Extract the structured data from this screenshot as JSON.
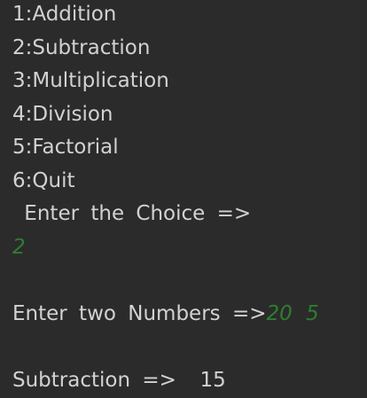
{
  "console": {
    "menu": [
      "1:Addition",
      "2:Subtraction",
      "3:Multiplication",
      "4:Division",
      "5:Factorial",
      "6:Quit"
    ],
    "choice_prompt": " Enter the Choice =>",
    "choice_input": "2",
    "numbers_prompt": "Enter two Numbers =>",
    "numbers_input": "20 5",
    "result": "Subtraction =>  15"
  },
  "colors": {
    "background": "#2b2b2b",
    "text": "#d2d2d2",
    "user_input": "#2f7d2f"
  }
}
